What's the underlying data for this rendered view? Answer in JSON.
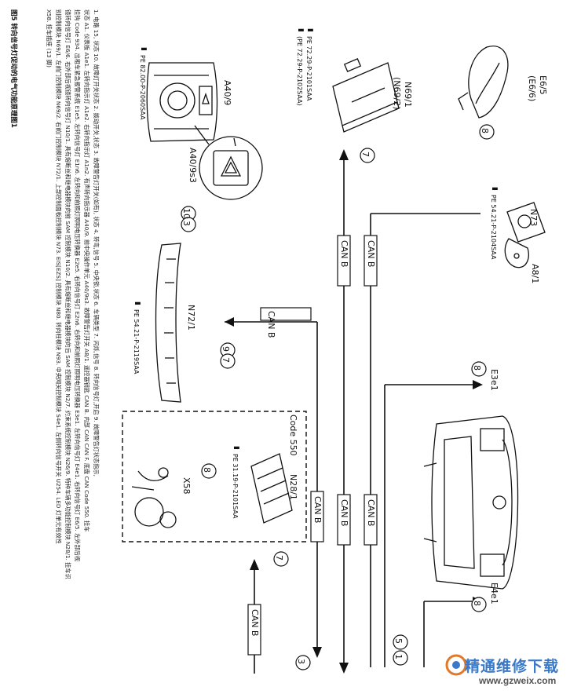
{
  "labels": {
    "e6_5": "E6/5",
    "e6_6": "(E6/6)",
    "n69_1": "N69/1",
    "n69_2": "(N69/2)",
    "pe_n69_a": "PE 72.29-P-2101SAA",
    "pe_n69_b": "(PE 72.29-P-2102SAA)",
    "a40_9": "A40/9",
    "a40_9s3": "A40/9s3",
    "pe_a40": "PE 82.00-P-2060SAA",
    "n73": "N73",
    "a8_1": "A8/1",
    "pe_n73": "PE 54.21-P-2104SAA",
    "n72_1": "N72/1",
    "pe_n72": "PE 54.21-P-2119SAA",
    "e3e1": "E3e1",
    "e4e1": "E4e1",
    "code550": "Code 550",
    "n28_1": "N28/1",
    "pe_n28": "PE 31.19-P-2101SAA",
    "x58": "X58",
    "can_b": "CAN B",
    "n1": "1",
    "n3": "3",
    "n5": "5",
    "n7": "7",
    "n8": "8",
    "n9": "9",
    "n10": "10"
  },
  "caption": {
    "title": "图5  转向信号灯促动的电气功能原理图1",
    "line1": "1. 电路 15, 状态  10. 故障灯开关状态 2. 拨动开关,状态  3. 故障警告灯开关(如有), 状态  4. 转弯,信号  5. 中央锁,状态  6. 车辆类型  7. 闪烁,信号  8. 转向信号灯,开启  9. 故障警告灯状态指示,",
    "line2": "状态  A1. 仪表板   A1e1. 左转向指示灯   A1e2. 右转向指示灯   A1n2. 有声转向指示器   A40/9. 前中央操作单元   A40/9s3. 故障警告灯开关   A8/1. 遥控器钥匙   CAN B. 内部 CAN   CAN F. 底盘 CAN   Code 550. 挂车",
    "line3": "挂钩   Code 934. 出租车紧急报警系统   E1e5. 左转向信号灯   E1n6. 左转向和前照灯照明电压转换器   E2e5. 右转向信号灯   E2n6. 右转向和前照灯照明电压转换器   E3e1. 左转向信号灯   E4e1. 右转向信号灯   E6/5. 左外部后视",
    "line4": "镜转向信号灯   E6/6. 右外部后视镜转向信号灯   N10/1. 具有熔断丝和继电器模块的前 SAM 控制模块   N10/2. 具有熔断丝和继电器模块的后 SAM 控制模块   N2/7. 约束系统控制模块   N26/9. 特种车辆多功能控制模块   N28/1. 挂车识",
    "line5": "别控制模块   N69/1. 左前门控制模块   N69/2. 右前门控制模块   N72/1. 上部控制面板控制模块   N73. EIS[EZS] 控制模块   N80. 转向柱模块   N93. 中央网关控制模块   S4e1. 左侧转向信号开关   U254. LED 灯单元有效性",
    "line6": "X58. 挂车插座 (13 脚)"
  },
  "watermark": {
    "text1": "精通维修下载",
    "text2": "www.gzweix.com"
  }
}
